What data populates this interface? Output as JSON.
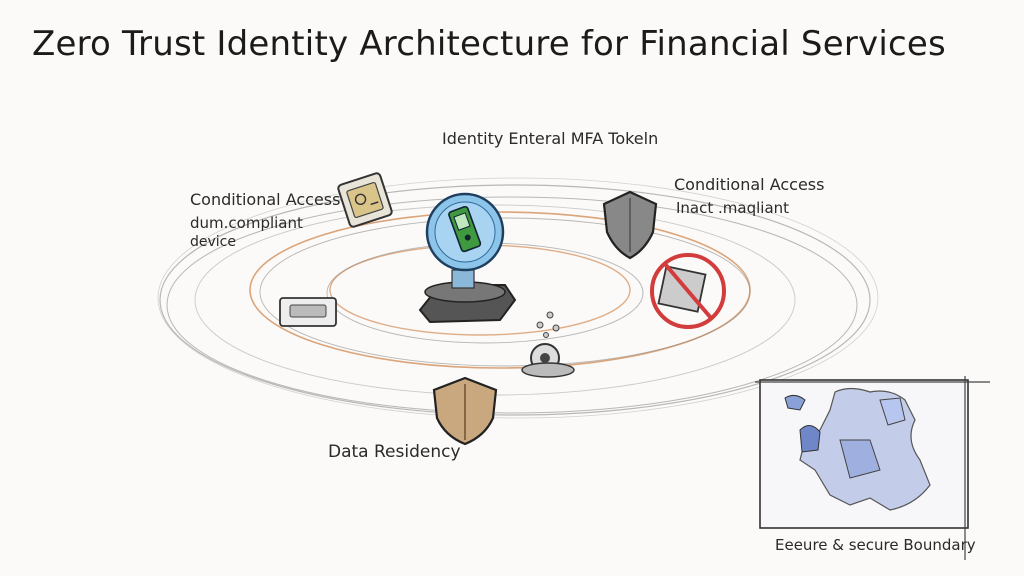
{
  "title": "Zero Trust Identity Architecture for Financial Services",
  "labels": {
    "top": "Identity Enteral MFA Tokeln",
    "left_title": "Conditional Access",
    "left_sub1": "dum.compliant",
    "left_sub2": "device",
    "right_title": "Conditional Access",
    "right_sub": "Inact .maqliant",
    "bottom": "Data Residency",
    "map": "Eeeure & secure Boundary"
  },
  "colors": {
    "ring_orange": "#d89a6a",
    "ring_gray": "#8a8a8a",
    "prohibit_red": "#d23c3c",
    "globe_blue": "#6aa7d8",
    "token_green": "#3f9a3f",
    "map_blue": "#6f86c9"
  },
  "icons": [
    "device-icon",
    "identity-globe-icon",
    "shield-icon",
    "prohibited-device-icon",
    "card-reader-icon",
    "key-icon",
    "shield-bottom-icon",
    "europe-map-icon"
  ]
}
